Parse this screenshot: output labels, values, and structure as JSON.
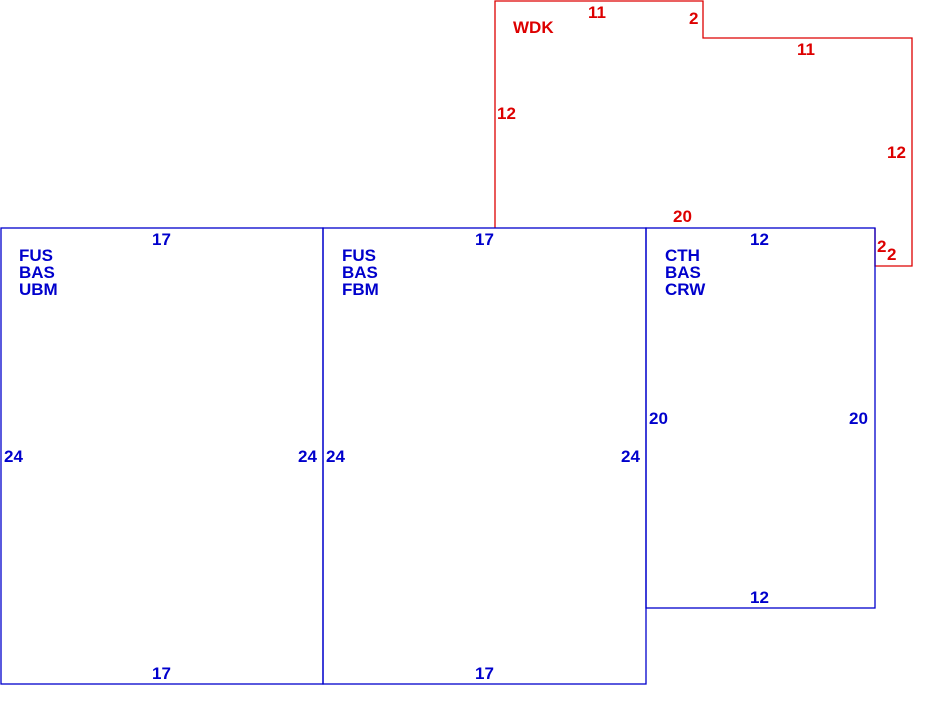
{
  "colors": {
    "area": "#0000cc",
    "deck": "#dd0000",
    "background": "#ffffff"
  },
  "areas": [
    {
      "id": "area-1",
      "label": [
        "FUS",
        "BAS",
        "UBM"
      ],
      "dims": {
        "top": "17",
        "bottom": "17",
        "left": "24",
        "right": "24"
      }
    },
    {
      "id": "area-2",
      "label": [
        "FUS",
        "BAS",
        "FBM"
      ],
      "dims": {
        "top": "17",
        "bottom": "17",
        "left": "24",
        "right": "24"
      }
    },
    {
      "id": "area-3",
      "label": [
        "CTH",
        "BAS",
        "CRW"
      ],
      "dims": {
        "top": "12",
        "bottom": "12",
        "left": "20",
        "right": "20"
      }
    }
  ],
  "deck": {
    "label": "WDK",
    "dims": {
      "top": "11",
      "step_down": "2",
      "upper_right": "11",
      "right": "12",
      "left": "12",
      "bottom": "20",
      "corner_a": "2",
      "corner_b": "2"
    }
  }
}
